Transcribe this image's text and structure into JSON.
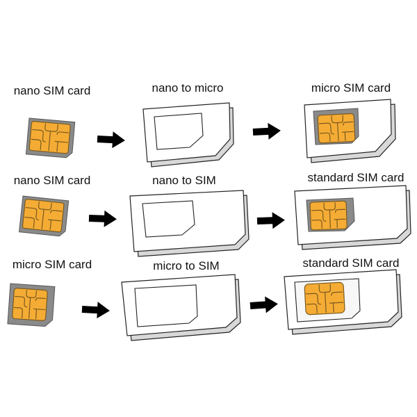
{
  "colors": {
    "chip": "#f5ac35",
    "chip_lines": "#7a5a1e",
    "sim_tray": "#8a8a8a",
    "card_fill": "#ffffff",
    "card_edge": "#cfcfcf",
    "outline": "#222222",
    "arrow": "#000000"
  },
  "rows": [
    {
      "left_label": "nano SIM card",
      "middle_label": "nano to micro",
      "right_label": "micro SIM card"
    },
    {
      "left_label": "nano SIM card",
      "middle_label": "nano to SIM",
      "right_label": "standard SIM card"
    },
    {
      "left_label": "micro SIM card",
      "middle_label": "micro to SIM",
      "right_label": "standard SIM card"
    }
  ]
}
